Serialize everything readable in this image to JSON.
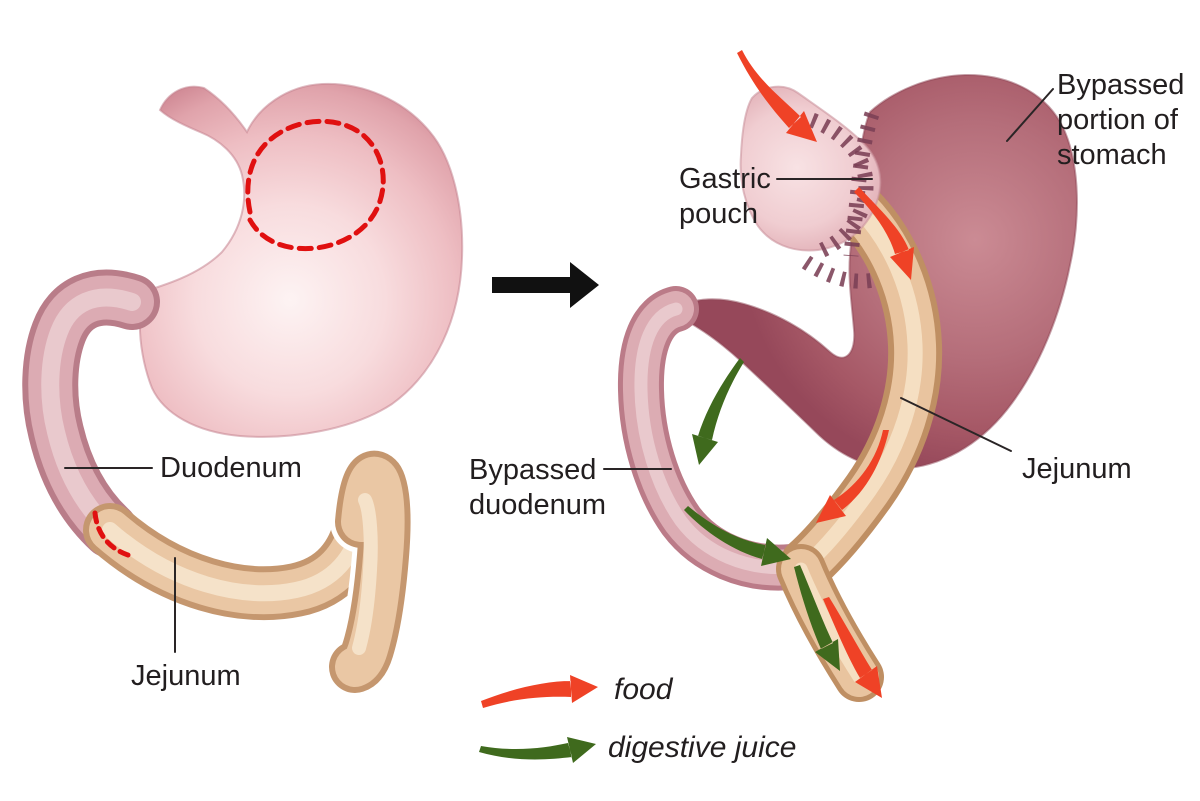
{
  "before_panel": {
    "duodenum_label": "Duodenum",
    "jejunum_label": "Jejunum"
  },
  "after_panel": {
    "gastric_pouch_label": "Gastric pouch",
    "bypassed_stomach_label": "Bypassed portion of stomach",
    "bypassed_duodenum_label": "Bypassed duodenum",
    "jejunum_label": "Jejunum"
  },
  "legend": {
    "items": [
      {
        "label": "food",
        "color": "#ef4226"
      },
      {
        "label": "digestive juice",
        "color": "#3f6a1d"
      }
    ]
  },
  "colors": {
    "background": "#ffffff",
    "stomach_pink": "#eebfc2",
    "bypassed_stomach_mauve": "#b26b77",
    "gastric_pouch_pink": "#f0cdd1",
    "duodenum_pink": "#dcacb3",
    "intestine_tan": "#e9c39e",
    "cut_mark_red": "#e01010",
    "staple_maroon": "#7b4055",
    "food_arrow_red": "#ef4226",
    "digestive_juice_green": "#3f6a1d",
    "transition_arrow_black": "#111111",
    "pointer_line": "#2a2526",
    "label_text": "#221e1f"
  }
}
